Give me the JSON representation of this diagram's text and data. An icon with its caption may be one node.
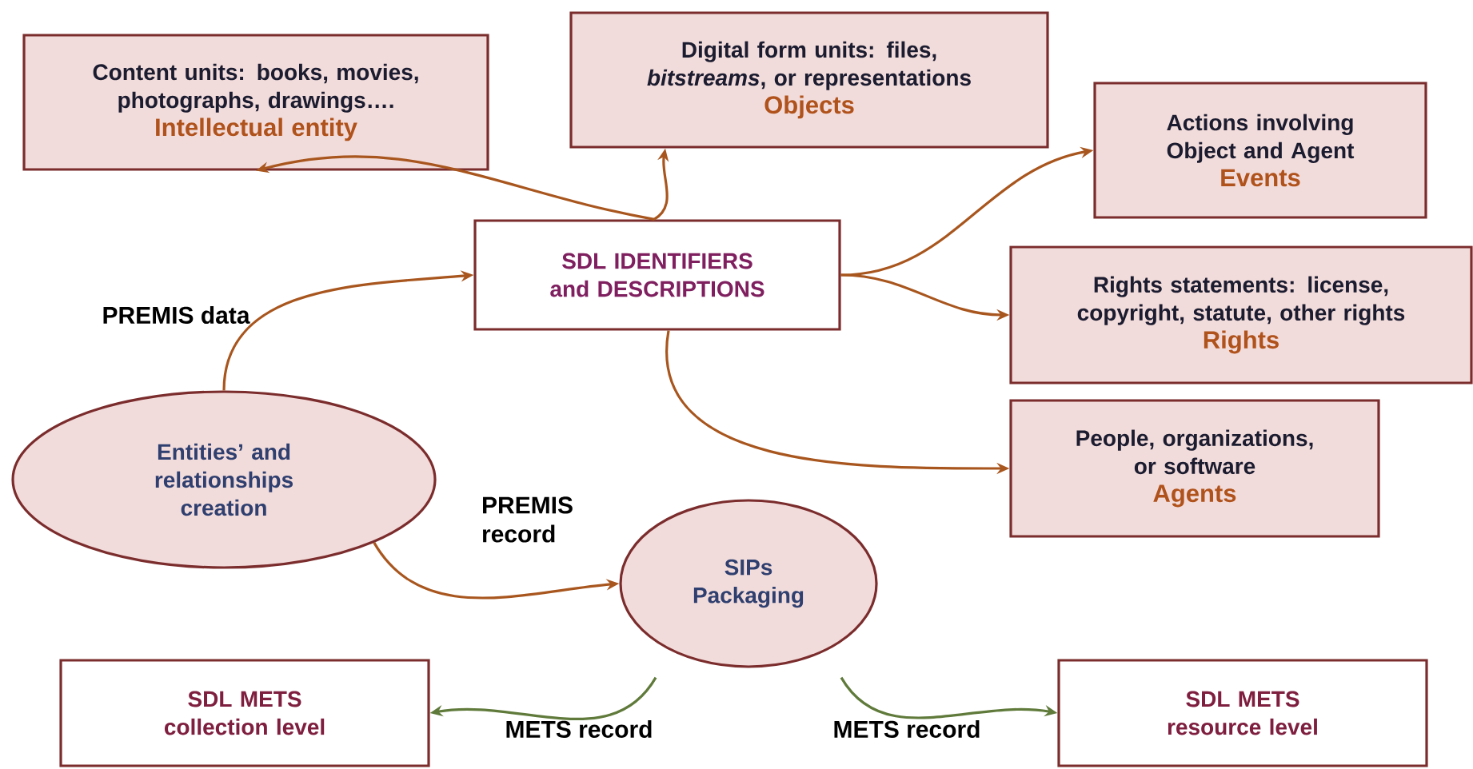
{
  "diagram": {
    "nodes": [
      {
        "text": [
          "Content units: books, movies, photographs, drawings….",
          "Intellectual entity"
        ]
      },
      {
        "text": [
          "Digital form units: files, *bitstreams*, or representations",
          "Objects"
        ]
      },
      {
        "text": [
          "Actions involving Object and Agent",
          "Events"
        ]
      },
      {
        "text": [
          "SDL IDENTIFIERS and DESCRIPTIONS"
        ]
      },
      {
        "text": [
          "Rights statements: license, copyright, statute, other rights",
          "Rights"
        ]
      },
      {
        "text": [
          "Entities’ and relationships creation"
        ]
      },
      {
        "text": [
          "People, organizations, or software",
          "Agents"
        ]
      },
      {
        "text": [
          "SIPs Packaging"
        ]
      },
      {
        "text": [
          "SDL METS collection level"
        ]
      },
      {
        "text": [
          "SDL METS resource level"
        ]
      }
    ],
    "edges": [
      {
        "from": 3,
        "to": 0,
        "arrow": "to"
      },
      {
        "from": 3,
        "to": 1,
        "arrow": "to"
      },
      {
        "from": 3,
        "to": 2,
        "arrow": "to"
      },
      {
        "from": 3,
        "to": 4,
        "arrow": "to"
      },
      {
        "from": 3,
        "to": 6,
        "arrow": "to"
      },
      {
        "from": 5,
        "to": 3,
        "arrow": "to",
        "label": "PREMIS data"
      },
      {
        "from": 5,
        "to": 7,
        "arrow": "to",
        "label": "PREMIS record"
      },
      {
        "from": 7,
        "to": 8,
        "arrow": "to",
        "label": "METS record",
        "color": "#5f7a3a"
      },
      {
        "from": 7,
        "to": 9,
        "arrow": "to",
        "label": "METS record",
        "color": "#5f7a3a"
      }
    ]
  }
}
